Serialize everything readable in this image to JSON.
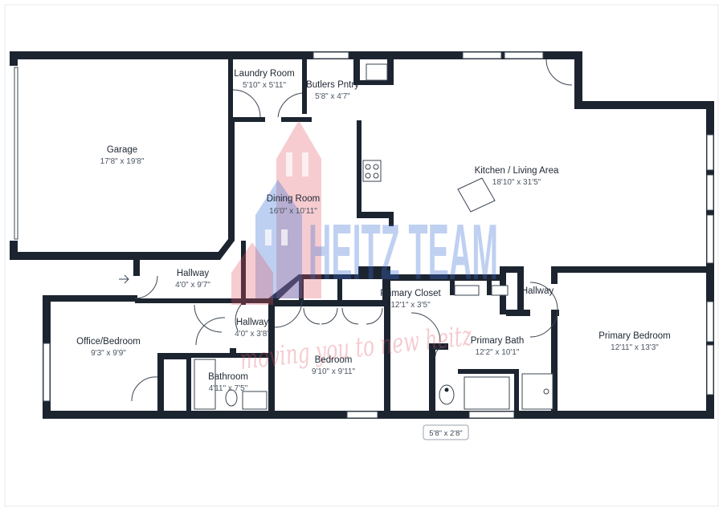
{
  "rooms": [
    {
      "key": "garage",
      "name": "Garage",
      "dims": "17'8\" x 19'8\""
    },
    {
      "key": "laundry",
      "name": "Laundry Room",
      "dims": "5'10\" x 5'11\""
    },
    {
      "key": "butlers",
      "name": "Butlers Pntry",
      "dims": "5'8\" x 4'7\""
    },
    {
      "key": "kitchen",
      "name": "Kitchen / Living Area",
      "dims": "18'10\" x 31'5\""
    },
    {
      "key": "dining",
      "name": "Dining Room",
      "dims": "16'0\" x 10'11\""
    },
    {
      "key": "hallway1",
      "name": "Hallway",
      "dims": "4'0\" x 9'7\""
    },
    {
      "key": "hallway2",
      "name": "Hallway",
      "dims": "4'0\" x 3'8\""
    },
    {
      "key": "hallway3",
      "name": "Hallway",
      "dims": ""
    },
    {
      "key": "primary_closet",
      "name": "Primary Closet",
      "dims": "12'1\" x 3'5\""
    },
    {
      "key": "primary_bath",
      "name": "Primary Bath",
      "dims": "12'2\" x 10'1\""
    },
    {
      "key": "primary_bedroom",
      "name": "Primary Bedroom",
      "dims": "12'11\" x 13'3\""
    },
    {
      "key": "office",
      "name": "Office/Bedroom",
      "dims": "9'3\" x 9'9\""
    },
    {
      "key": "bathroom",
      "name": "Bathroom",
      "dims": "4'11\" x 7'5\""
    },
    {
      "key": "bedroom",
      "name": "Bedroom",
      "dims": "9'10\" x 9'11\""
    }
  ],
  "extra_label": "5'8\" x 2'8\"",
  "watermark": {
    "brand": "HEITZ TEAM",
    "tagline": "moving you to new heitz"
  }
}
